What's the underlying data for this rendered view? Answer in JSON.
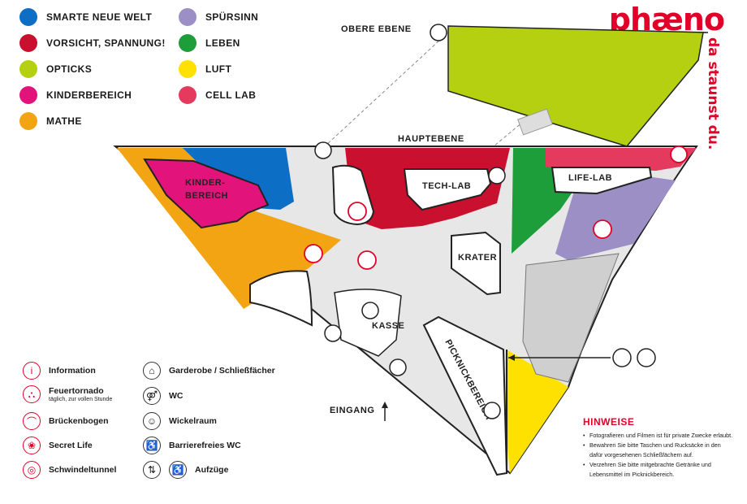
{
  "brand": {
    "name": "phæno",
    "tagline": "da staunst du."
  },
  "levels": {
    "upper": "OBERE EBENE",
    "main": "HAUPTEBENE",
    "entrance": "EINGANG"
  },
  "areas_legend": [
    {
      "label": "SMARTE NEUE WELT",
      "color": "#0d6ec6"
    },
    {
      "label": "VORSICHT, SPANNUNG!",
      "color": "#c9102e"
    },
    {
      "label": "OPTICKS",
      "color": "#b5cf11"
    },
    {
      "label": "KINDERBEREICH",
      "color": "#e2137a"
    },
    {
      "label": "MATHE",
      "color": "#f2a413"
    },
    {
      "label": "SPÜRSINN",
      "color": "#9b8fc6"
    },
    {
      "label": "LEBEN",
      "color": "#1e9e3a"
    },
    {
      "label": "LUFT",
      "color": "#ffe100"
    },
    {
      "label": "CELL LAB",
      "color": "#e43a5d"
    }
  ],
  "map_labels": {
    "kinder": "KINDER-",
    "bereich": "BEREICH",
    "tech_lab": "TECH-LAB",
    "life_lab": "LIFE-LAB",
    "krater": "KRATER",
    "kasse": "KASSE",
    "picknick": "PICKNICKBEREICH"
  },
  "facilities": [
    {
      "label": "Information",
      "sub": "",
      "icon": "information-icon",
      "glyph": "i",
      "red": true
    },
    {
      "label": "Feuertornado",
      "sub": "täglich, zur vollen Stunde",
      "icon": "fire-tornado-icon",
      "glyph": "⛬",
      "red": true
    },
    {
      "label": "Brückenbogen",
      "sub": "",
      "icon": "bridge-arch-icon",
      "glyph": "⌒",
      "red": true
    },
    {
      "label": "Secret Life",
      "sub": "",
      "icon": "secret-life-icon",
      "glyph": "❀",
      "red": true
    },
    {
      "label": "Schwindeltunnel",
      "sub": "",
      "icon": "vertigo-tunnel-icon",
      "glyph": "◎",
      "red": true
    },
    {
      "label": "Garderobe / Schließfächer",
      "sub": "",
      "icon": "hanger-icon",
      "glyph": "⌂",
      "red": false
    },
    {
      "label": "WC",
      "sub": "",
      "icon": "wc-icon",
      "glyph": "⚤",
      "red": false
    },
    {
      "label": "Wickelraum",
      "sub": "",
      "icon": "baby-changing-icon",
      "glyph": "☺",
      "red": false
    },
    {
      "label": "Barrierefreies WC",
      "sub": "",
      "icon": "accessible-wc-icon",
      "glyph": "♿",
      "red": false
    },
    {
      "label": "Aufzüge",
      "sub": "",
      "icon": "elevator-icon",
      "glyph": "⇅",
      "red": false
    }
  ],
  "notes": {
    "title": "HINWEISE",
    "items": [
      "Fotografieren und Filmen ist für private Zwecke erlaubt.",
      "Bewahren Sie bitte Taschen und Rucksäcke in den dafür vorgesehenen Schließfächern auf.",
      "Verzehren Sie bitte mitgebrachte Getränke und Lebensmittel im Picknickbereich."
    ]
  }
}
